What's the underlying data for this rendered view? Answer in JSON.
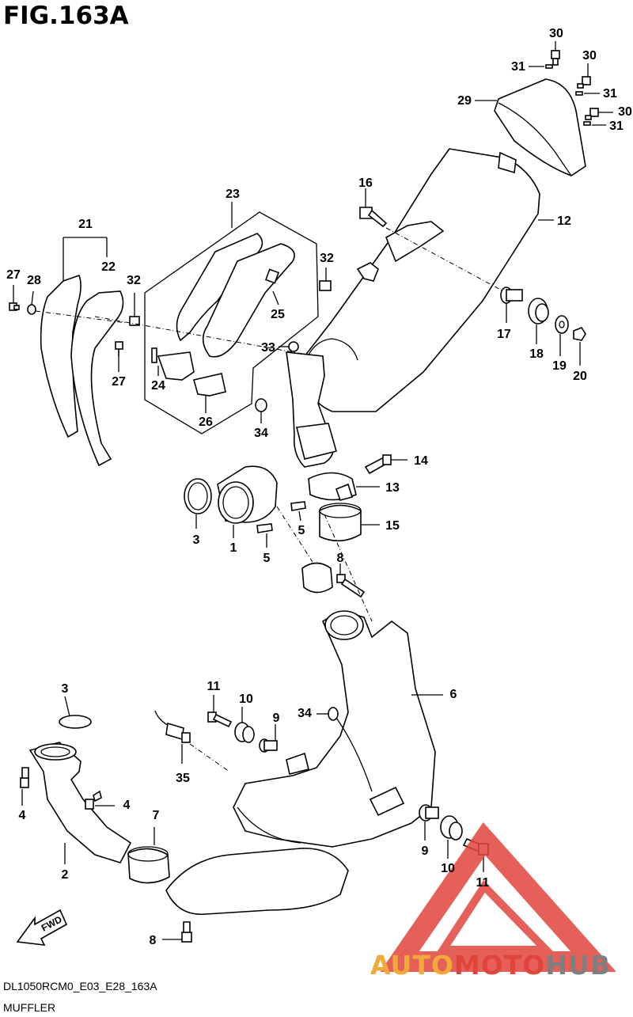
{
  "figure_title": "FIG.163A",
  "drawing_code": "DL1050RCM0_E03_E28_163A",
  "part_group": "MUFFLER",
  "fwd_label": "FWD",
  "watermark": {
    "part1": "AUTO",
    "part2": "MOTO",
    "part3": "HUB",
    "color_red": "#e0453c",
    "color_orange": "#f2a93b",
    "color_gray": "#7f7f7f"
  },
  "callouts": [
    {
      "id": "c1",
      "text": "1"
    },
    {
      "id": "c2",
      "text": "2"
    },
    {
      "id": "c3a",
      "text": "3"
    },
    {
      "id": "c3b",
      "text": "3"
    },
    {
      "id": "c4a",
      "text": "4"
    },
    {
      "id": "c4b",
      "text": "4"
    },
    {
      "id": "c5a",
      "text": "5"
    },
    {
      "id": "c5b",
      "text": "5"
    },
    {
      "id": "c6",
      "text": "6"
    },
    {
      "id": "c7",
      "text": "7"
    },
    {
      "id": "c8a",
      "text": "8"
    },
    {
      "id": "c8b",
      "text": "8"
    },
    {
      "id": "c9a",
      "text": "9"
    },
    {
      "id": "c9b",
      "text": "9"
    },
    {
      "id": "c10a",
      "text": "10"
    },
    {
      "id": "c10b",
      "text": "10"
    },
    {
      "id": "c11a",
      "text": "11"
    },
    {
      "id": "c11b",
      "text": "11"
    },
    {
      "id": "c12",
      "text": "12"
    },
    {
      "id": "c13",
      "text": "13"
    },
    {
      "id": "c14",
      "text": "14"
    },
    {
      "id": "c15",
      "text": "15"
    },
    {
      "id": "c16",
      "text": "16"
    },
    {
      "id": "c17",
      "text": "17"
    },
    {
      "id": "c18",
      "text": "18"
    },
    {
      "id": "c19",
      "text": "19"
    },
    {
      "id": "c20",
      "text": "20"
    },
    {
      "id": "c21",
      "text": "21"
    },
    {
      "id": "c22",
      "text": "22"
    },
    {
      "id": "c23",
      "text": "23"
    },
    {
      "id": "c24",
      "text": "24"
    },
    {
      "id": "c25",
      "text": "25"
    },
    {
      "id": "c26",
      "text": "26"
    },
    {
      "id": "c27a",
      "text": "27"
    },
    {
      "id": "c27b",
      "text": "27"
    },
    {
      "id": "c28",
      "text": "28"
    },
    {
      "id": "c29",
      "text": "29"
    },
    {
      "id": "c30a",
      "text": "30"
    },
    {
      "id": "c30b",
      "text": "30"
    },
    {
      "id": "c30c",
      "text": "30"
    },
    {
      "id": "c31a",
      "text": "31"
    },
    {
      "id": "c31b",
      "text": "31"
    },
    {
      "id": "c31c",
      "text": "31"
    },
    {
      "id": "c32a",
      "text": "32"
    },
    {
      "id": "c32b",
      "text": "32"
    },
    {
      "id": "c33",
      "text": "33"
    },
    {
      "id": "c34a",
      "text": "34"
    },
    {
      "id": "c34b",
      "text": "34"
    },
    {
      "id": "c35",
      "text": "35"
    }
  ]
}
